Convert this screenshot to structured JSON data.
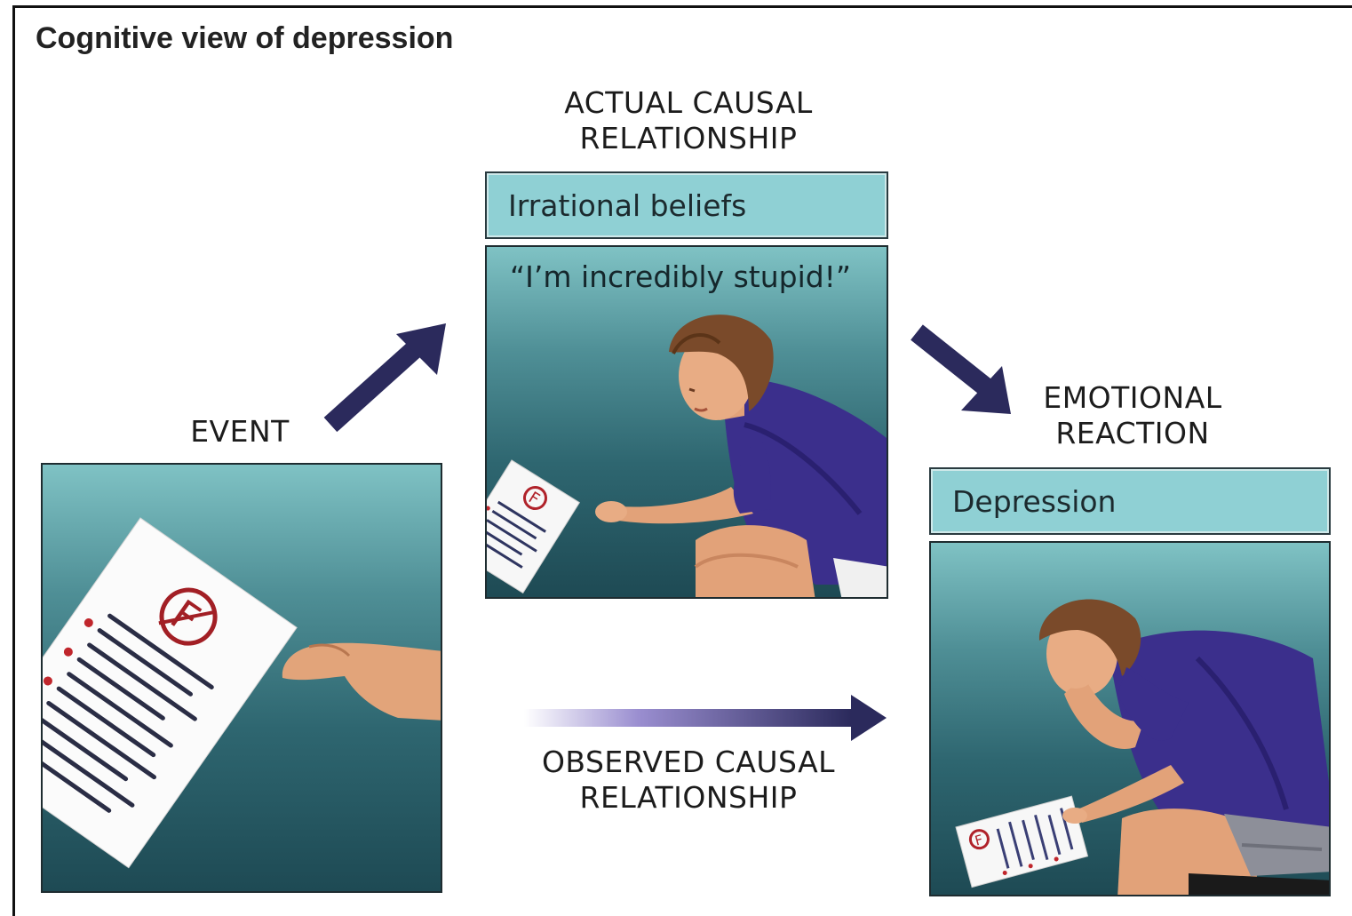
{
  "title": "Cognitive view of depression",
  "actual_causal": {
    "line1": "ACTUAL CAUSAL",
    "line2": "RELATIONSHIP"
  },
  "event": {
    "label": "EVENT"
  },
  "beliefs": {
    "label": "Irrational beliefs",
    "quote": "“I’m incredibly stupid!”"
  },
  "emotional": {
    "line1": "EMOTIONAL",
    "line2": "REACTION",
    "label": "Depression"
  },
  "observed_causal": {
    "line1": "OBSERVED CAUSAL",
    "line2": "RELATIONSHIP"
  },
  "colors": {
    "arrow": "#2b2a5c",
    "label_box": "#8fd0d4",
    "panel_top": "#7fc2c4",
    "panel_bottom": "#1e4a54",
    "shirt": "#3b2f8c",
    "hair": "#7a4a2a"
  },
  "icons": [
    "graded-paper-f-icon",
    "hand-icon",
    "woman-thinking-figure",
    "woman-head-in-hand-figure",
    "arrow-up-right",
    "arrow-down-right",
    "arrow-right-gradient"
  ]
}
